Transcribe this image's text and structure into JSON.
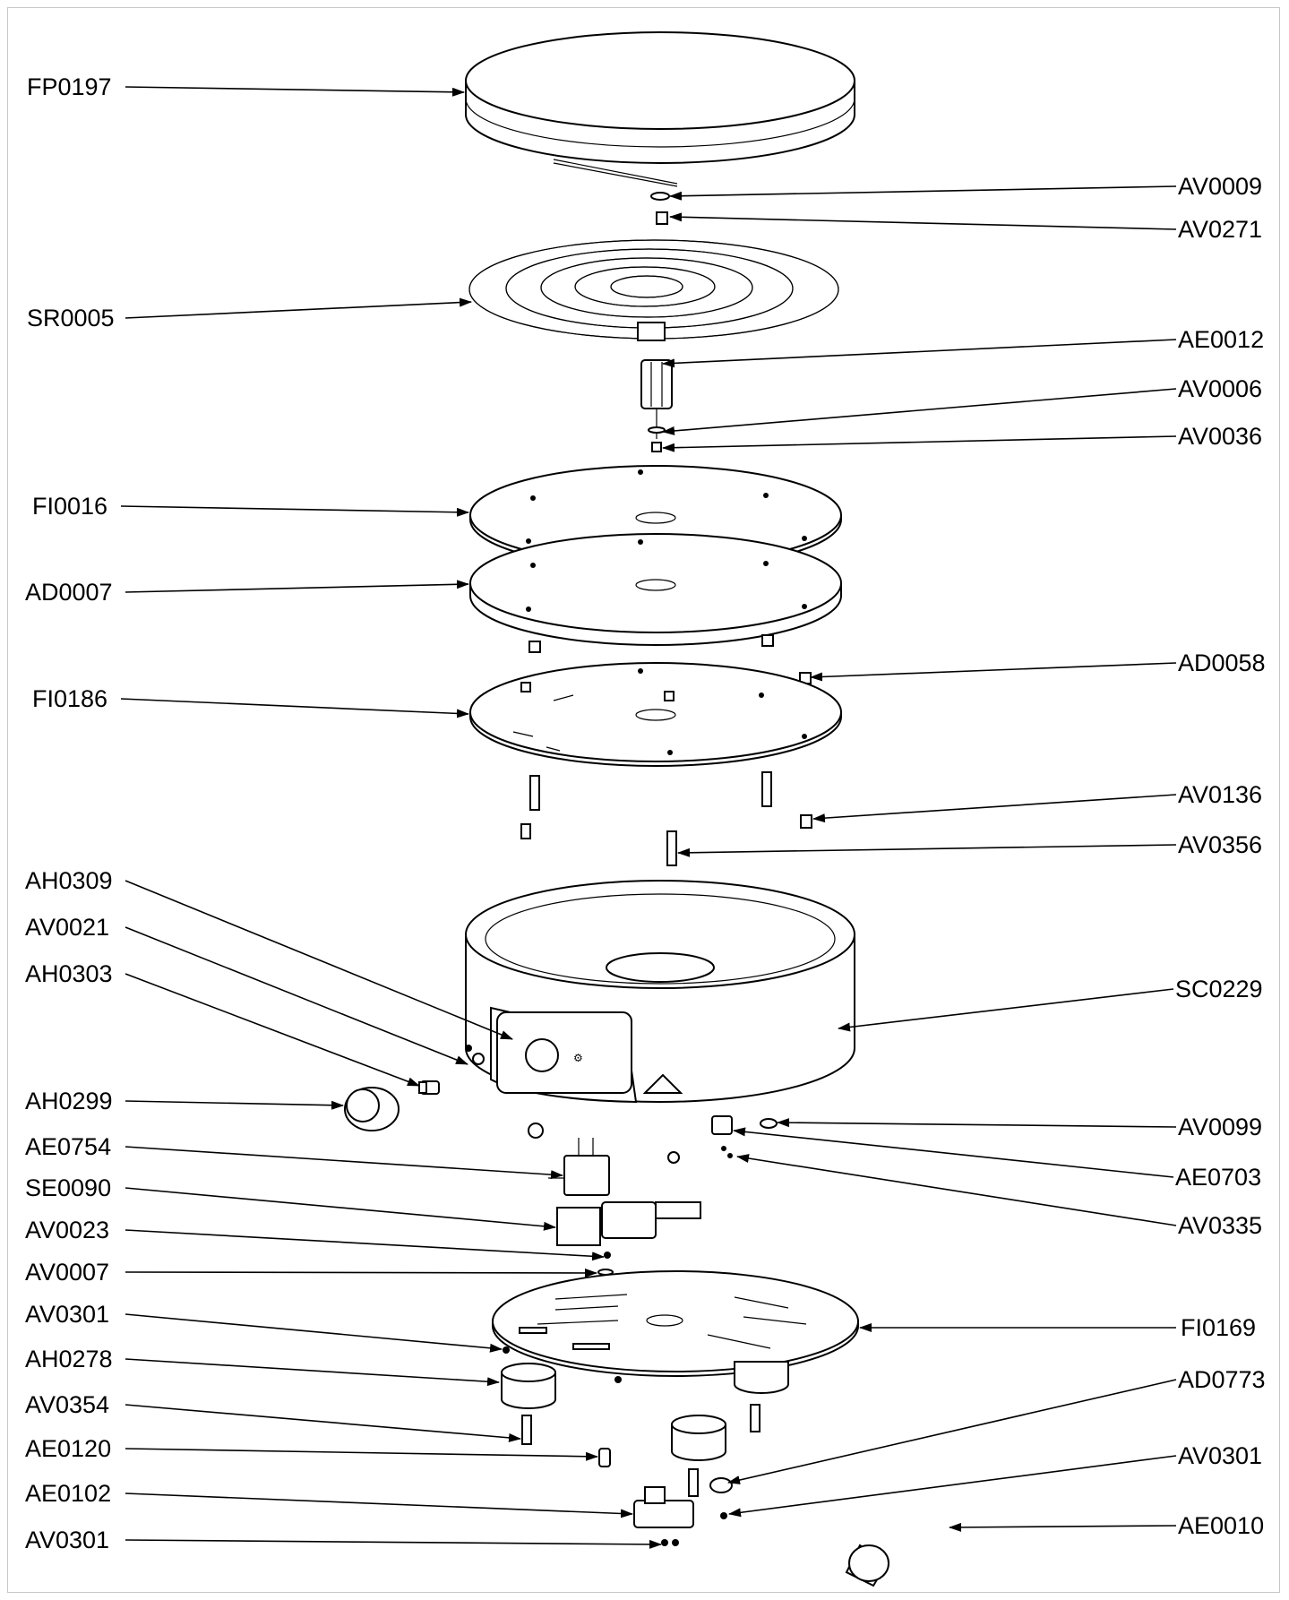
{
  "labels": {
    "FP0197": "FP0197",
    "AV0009": "AV0009",
    "AV0271": "AV0271",
    "SR0005": "SR0005",
    "AE0012": "AE0012",
    "AV0006": "AV0006",
    "AV0036": "AV0036",
    "FI0016": "FI0016",
    "AD0007": "AD0007",
    "AD0058": "AD0058",
    "FI0186": "FI0186",
    "AV0136": "AV0136",
    "AV0356": "AV0356",
    "AH0309": "AH0309",
    "AV0021": "AV0021",
    "AH0303": "AH0303",
    "SC0229": "SC0229",
    "AH0299": "AH0299",
    "AV0099": "AV0099",
    "AE0754": "AE0754",
    "AE0703": "AE0703",
    "SE0090": "SE0090",
    "AV0335": "AV0335",
    "AV0023": "AV0023",
    "AV0007": "AV0007",
    "AV0301_a": "AV0301",
    "FI0169": "FI0169",
    "AH0278": "AH0278",
    "AD0773": "AD0773",
    "AV0354": "AV0354",
    "AV0301_b": "AV0301",
    "AE0120": "AE0120",
    "AE0102": "AE0102",
    "AE0010": "AE0010",
    "AV0301_c": "AV0301"
  }
}
